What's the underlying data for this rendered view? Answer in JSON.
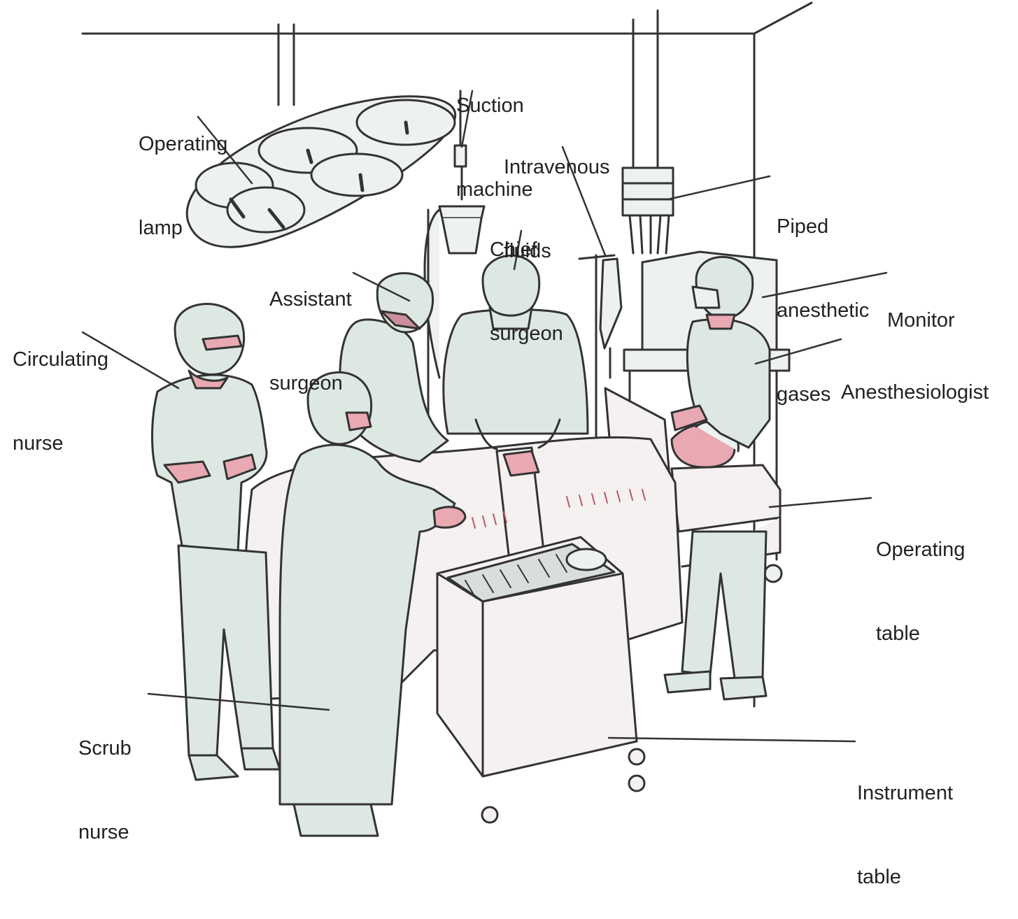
{
  "labels": {
    "operating_lamp": [
      "Operating",
      "lamp"
    ],
    "suction_machine": [
      "Suction",
      "machine"
    ],
    "intravenous_fluids": [
      "Intravenous",
      "fluids"
    ],
    "piped_anesthetic_gases": [
      "Piped",
      "anesthetic",
      "gases"
    ],
    "chief_surgeon": [
      "Chief",
      "surgeon"
    ],
    "assistant_surgeon": [
      "Assistant",
      "surgeon"
    ],
    "monitor": [
      "Monitor"
    ],
    "circulating_nurse": [
      "Circulating",
      "nurse"
    ],
    "anesthesiologist": [
      "Anesthesiologist"
    ],
    "operating_table": [
      "Operating",
      "table"
    ],
    "scrub_nurse": [
      "Scrub",
      "nurse"
    ],
    "instrument_table": [
      "Instrument",
      "table"
    ]
  },
  "colors": {
    "line": "#333333",
    "scrubs": "#dde8e2",
    "skin": "#e8a9b2",
    "drape": "#f3eeee",
    "background": "#ffffff"
  }
}
